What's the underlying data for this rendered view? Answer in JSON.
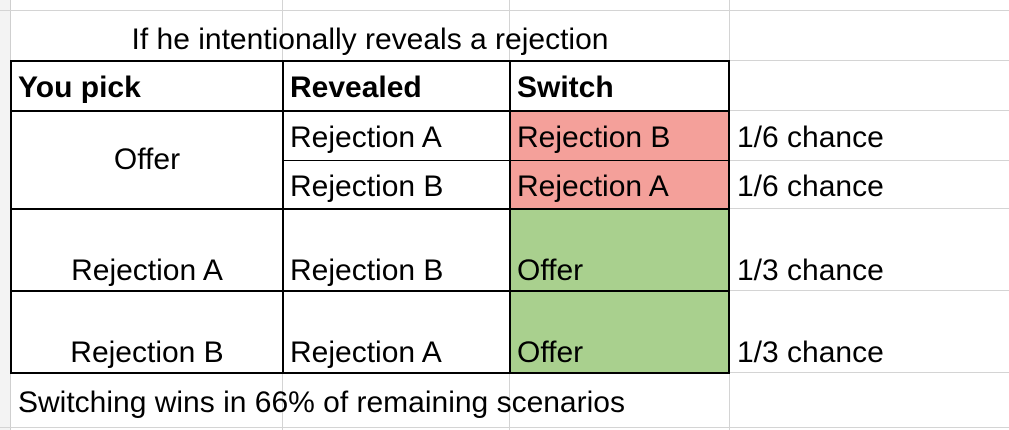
{
  "title": "If he intentionally reveals a rejection",
  "headers": {
    "you_pick": "You pick",
    "revealed": "Revealed",
    "switch": "Switch"
  },
  "rows": [
    {
      "you_pick": "Offer",
      "revealed": "Rejection A",
      "switch": "Rejection B",
      "chance": "1/6 chance",
      "switch_color": "#f4a09a"
    },
    {
      "you_pick": "",
      "revealed": "Rejection B",
      "switch": "Rejection A",
      "chance": "1/6 chance",
      "switch_color": "#f4a09a"
    },
    {
      "you_pick": "Rejection A",
      "revealed": "Rejection B",
      "switch": "Offer",
      "chance": "1/3 chance",
      "switch_color": "#a9d08e"
    },
    {
      "you_pick": "Rejection B",
      "revealed": "Rejection A",
      "switch": "Offer",
      "chance": "1/3 chance",
      "switch_color": "#a9d08e"
    }
  ],
  "summary": "Switching wins in 66% of remaining scenarios"
}
